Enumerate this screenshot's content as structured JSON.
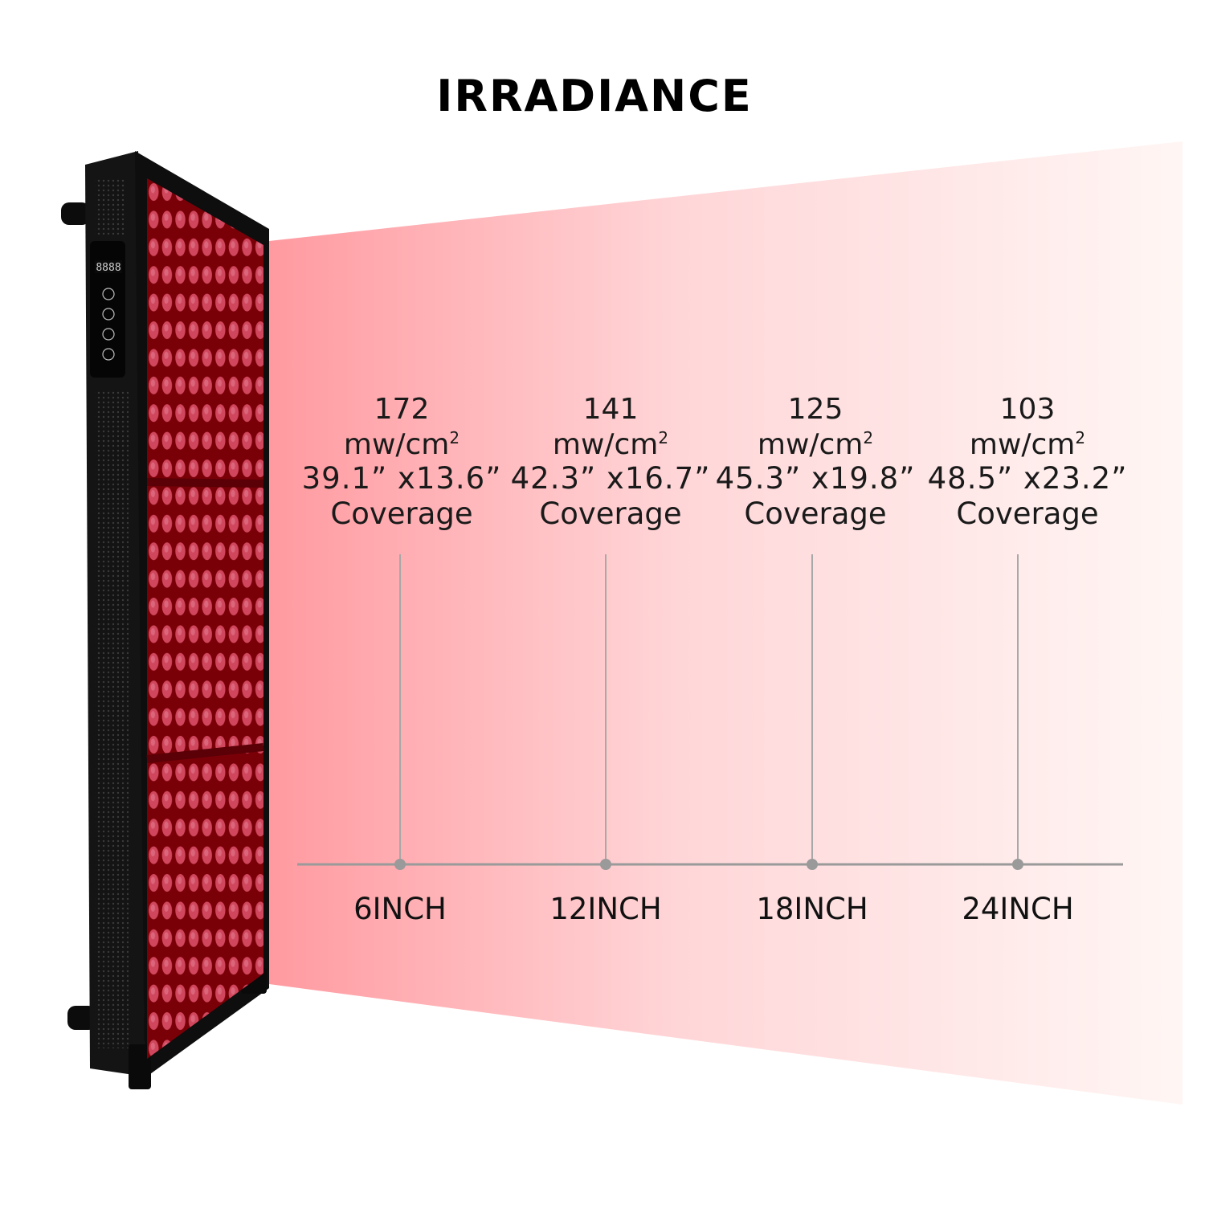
{
  "title": "IRRADIANCE",
  "colors": {
    "beam": "#ff9aa0",
    "panel_frame": "#111111",
    "led_bg": "#7a0008",
    "led": "#d0475d",
    "axis": "#9a9a9a"
  },
  "measurements": [
    {
      "irradiance": "172",
      "unit": "mw/cm",
      "unit_sup": "2",
      "dimensions": "39.1” x13.6”",
      "coverage": "Coverage",
      "distance": "6INCH"
    },
    {
      "irradiance": "141",
      "unit": "mw/cm",
      "unit_sup": "2",
      "dimensions": "42.3” x16.7”",
      "coverage": "Coverage",
      "distance": "12INCH"
    },
    {
      "irradiance": "125",
      "unit": "mw/cm",
      "unit_sup": "2",
      "dimensions": "45.3” x19.8”",
      "coverage": "Coverage",
      "distance": "18INCH"
    },
    {
      "irradiance": "103",
      "unit": "mw/cm",
      "unit_sup": "2",
      "dimensions": "48.5” x23.2”",
      "coverage": "Coverage",
      "distance": "24INCH"
    }
  ],
  "device_display": "8888"
}
